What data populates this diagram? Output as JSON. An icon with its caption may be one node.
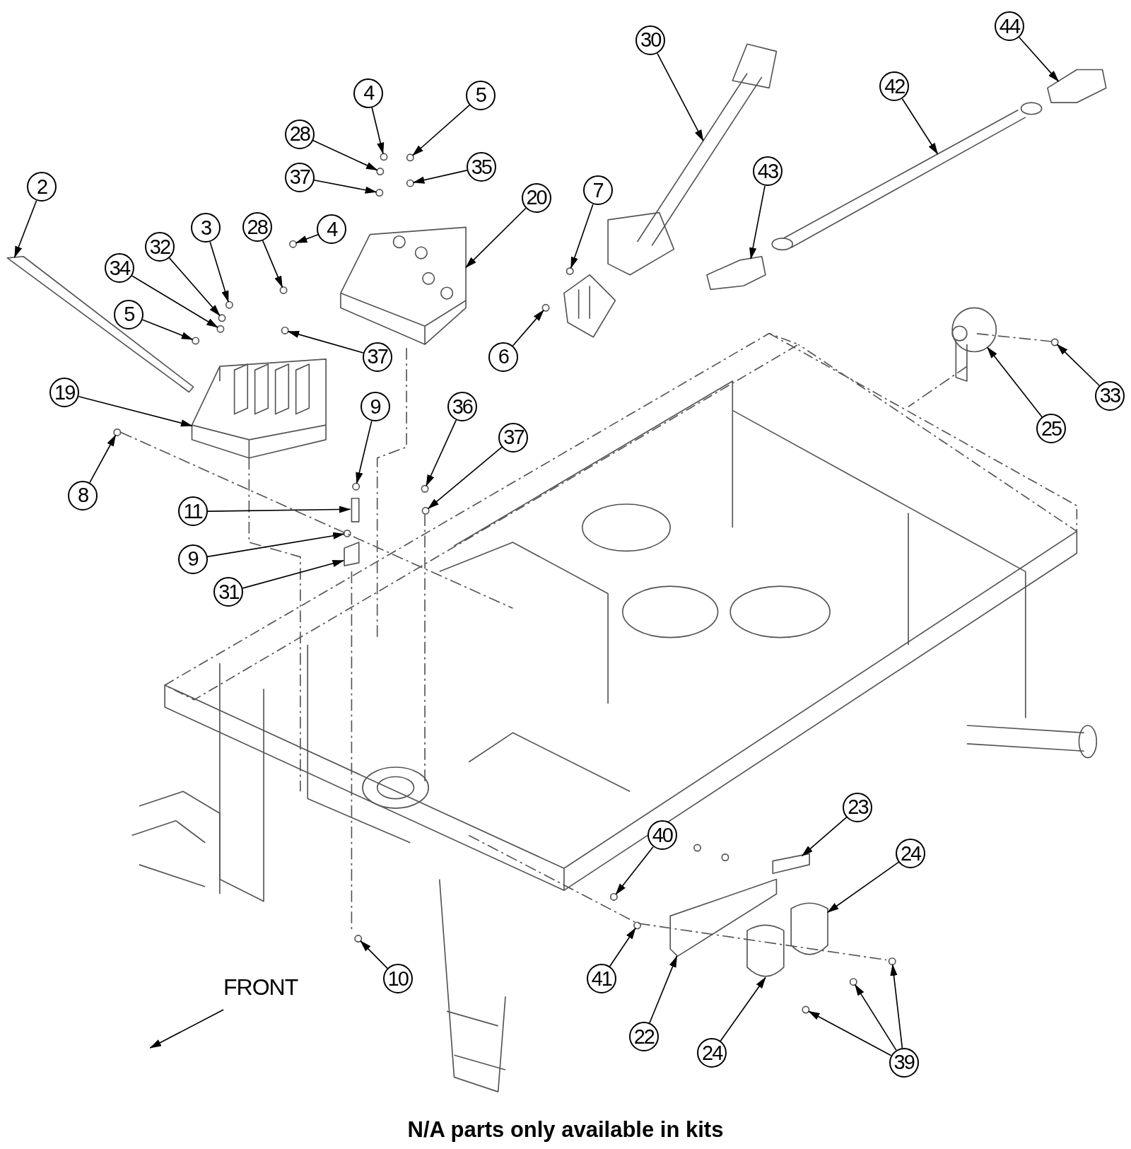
{
  "diagram": {
    "caption": "N/A parts only available in kits",
    "nodes": [
      {
        "text": [
          "44"
        ]
      },
      {
        "text": [
          "30"
        ]
      },
      {
        "text": [
          "42"
        ]
      },
      {
        "text": [
          "4"
        ]
      },
      {
        "text": [
          "5"
        ]
      },
      {
        "text": [
          "28"
        ]
      },
      {
        "text": [
          "35"
        ]
      },
      {
        "text": [
          "43"
        ]
      },
      {
        "text": [
          "37"
        ]
      },
      {
        "text": [
          "2"
        ]
      },
      {
        "text": [
          "7"
        ]
      },
      {
        "text": [
          "20"
        ]
      },
      {
        "text": [
          "3"
        ]
      },
      {
        "text": [
          "28"
        ]
      },
      {
        "text": [
          "4"
        ]
      },
      {
        "text": [
          "32"
        ]
      },
      {
        "text": [
          "34"
        ]
      },
      {
        "text": [
          "5"
        ]
      },
      {
        "text": [
          "6"
        ]
      },
      {
        "text": [
          "37"
        ]
      },
      {
        "text": [
          "19"
        ]
      },
      {
        "text": [
          "33"
        ]
      },
      {
        "text": [
          "9"
        ]
      },
      {
        "text": [
          "36"
        ]
      },
      {
        "text": [
          "25"
        ]
      },
      {
        "text": [
          "37"
        ]
      },
      {
        "text": [
          "8"
        ]
      },
      {
        "text": [
          "11"
        ]
      },
      {
        "text": [
          "9"
        ]
      },
      {
        "text": [
          "31"
        ]
      },
      {
        "text": [
          "23"
        ]
      },
      {
        "text": [
          "40"
        ]
      },
      {
        "text": [
          "24"
        ]
      },
      {
        "text": [
          "10"
        ]
      },
      {
        "text": [
          "41"
        ]
      },
      {
        "text": [
          "22"
        ]
      },
      {
        "text": [
          "24"
        ]
      },
      {
        "text": [
          "39"
        ]
      },
      {
        "text": [],
        "shape": "picture"
      },
      {
        "text": [],
        "shape": "picture"
      },
      {
        "text": [],
        "shape": "picture"
      },
      {
        "text": [],
        "shape": "circle"
      },
      {
        "text": [],
        "shape": "circle"
      },
      {
        "text": [],
        "shape": "circle"
      },
      {
        "text": [],
        "shape": "circle"
      },
      {
        "text": [],
        "shape": "picture"
      },
      {
        "text": [],
        "shape": "circle"
      },
      {
        "text": [],
        "shape": "picture"
      },
      {
        "text": [],
        "shape": "circle"
      },
      {
        "text": [],
        "shape": "picture"
      },
      {
        "text": [],
        "shape": "circle"
      },
      {
        "text": [],
        "shape": "circle"
      },
      {
        "text": [],
        "shape": "circle"
      },
      {
        "text": [],
        "shape": "circle"
      },
      {
        "text": [],
        "shape": "circle"
      },
      {
        "text": [],
        "shape": "circle"
      },
      {
        "text": [],
        "shape": "circle"
      },
      {
        "text": [],
        "shape": "circle"
      },
      {
        "text": [],
        "shape": "picture"
      },
      {
        "text": [],
        "shape": "circle"
      },
      {
        "text": [],
        "shape": "circle"
      },
      {
        "text": [],
        "shape": "circle"
      },
      {
        "text": [],
        "shape": "picture"
      },
      {
        "text": [],
        "shape": "circle"
      },
      {
        "text": [],
        "shape": "circle"
      },
      {
        "text": [],
        "shape": "box"
      },
      {
        "text": [],
        "shape": "circle"
      },
      {
        "text": [],
        "shape": "box"
      },
      {
        "text": [],
        "shape": "box"
      },
      {
        "text": [],
        "shape": "circle"
      },
      {
        "text": [],
        "shape": "picture"
      },
      {
        "text": [],
        "shape": "circle"
      },
      {
        "text": [],
        "shape": "circle"
      },
      {
        "text": [],
        "shape": "picture"
      },
      {
        "text": [],
        "shape": "picture"
      },
      {
        "text": [],
        "shape": "circle"
      },
      {
        "text": [],
        "shape": "circle"
      },
      {
        "text": [],
        "shape": "circle"
      }
    ],
    "edges": [
      {
        "from": 0,
        "to": 38,
        "arrow": "to"
      },
      {
        "from": 1,
        "to": 39,
        "arrow": "to"
      },
      {
        "from": 2,
        "to": 40,
        "arrow": "to"
      },
      {
        "from": 3,
        "to": 41,
        "arrow": "to"
      },
      {
        "from": 4,
        "to": 42,
        "arrow": "to"
      },
      {
        "from": 5,
        "to": 43,
        "arrow": "to"
      },
      {
        "from": 6,
        "to": 44,
        "arrow": "to"
      },
      {
        "from": 7,
        "to": 45,
        "arrow": "to"
      },
      {
        "from": 8,
        "to": 46,
        "arrow": "to"
      },
      {
        "from": 9,
        "to": 47,
        "arrow": "to"
      },
      {
        "from": 10,
        "to": 48,
        "arrow": "to"
      },
      {
        "from": 11,
        "to": 49,
        "arrow": "to"
      },
      {
        "from": 12,
        "to": 50,
        "arrow": "to"
      },
      {
        "from": 13,
        "to": 51,
        "arrow": "to"
      },
      {
        "from": 14,
        "to": 52,
        "arrow": "to"
      },
      {
        "from": 15,
        "to": 53,
        "arrow": "to"
      },
      {
        "from": 16,
        "to": 54,
        "arrow": "to"
      },
      {
        "from": 17,
        "to": 55,
        "arrow": "to"
      },
      {
        "from": 18,
        "to": 56,
        "arrow": "to"
      },
      {
        "from": 19,
        "to": 57,
        "arrow": "to"
      },
      {
        "from": 20,
        "to": 58,
        "arrow": "to"
      },
      {
        "from": 21,
        "to": 59,
        "arrow": "to"
      },
      {
        "from": 22,
        "to": 60,
        "arrow": "to"
      },
      {
        "from": 23,
        "to": 61,
        "arrow": "to"
      },
      {
        "from": 24,
        "to": 62,
        "arrow": "to"
      },
      {
        "from": 25,
        "to": 63,
        "arrow": "to"
      },
      {
        "from": 26,
        "to": 64,
        "arrow": "to"
      },
      {
        "from": 27,
        "to": 65,
        "arrow": "to"
      },
      {
        "from": 28,
        "to": 66,
        "arrow": "to"
      },
      {
        "from": 29,
        "to": 67,
        "arrow": "to"
      },
      {
        "from": 30,
        "to": 68,
        "arrow": "to"
      },
      {
        "from": 31,
        "to": 69,
        "arrow": "to"
      },
      {
        "from": 32,
        "to": 70,
        "arrow": "to"
      },
      {
        "from": 33,
        "to": 71,
        "arrow": "to"
      },
      {
        "from": 34,
        "to": 72,
        "arrow": "to"
      },
      {
        "from": 35,
        "to": 73,
        "arrow": "to"
      },
      {
        "from": 36,
        "to": 74,
        "arrow": "to"
      },
      {
        "from": 37,
        "to": 75,
        "arrow": "to"
      },
      {
        "from": 37,
        "to": 76,
        "arrow": "to"
      },
      {
        "from": 37,
        "to": 77,
        "arrow": "to"
      }
    ],
    "labels": [
      "FRONT"
    ]
  }
}
